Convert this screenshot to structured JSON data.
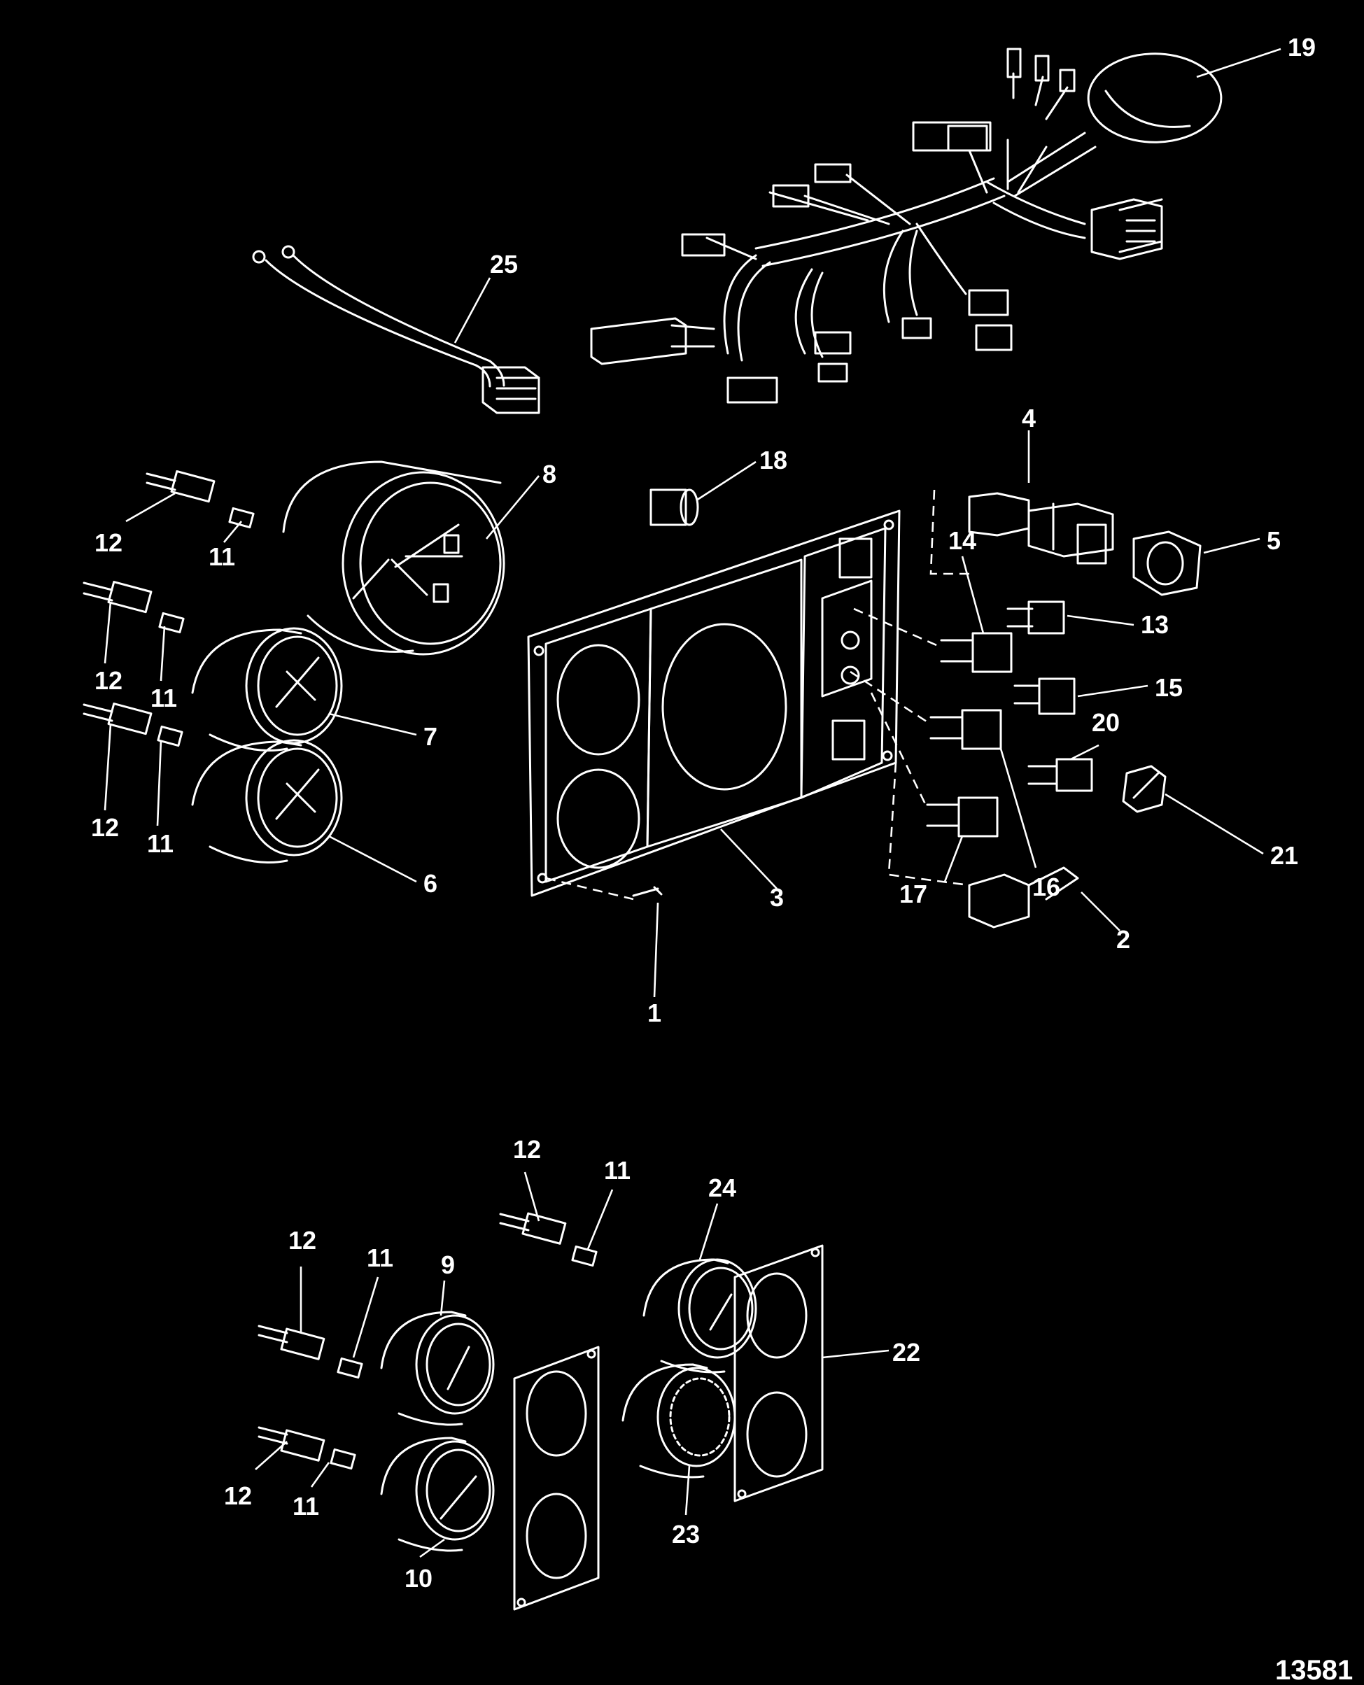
{
  "figure_number": "13581",
  "callouts": [
    {
      "id": "c19",
      "label": "19"
    },
    {
      "id": "c25",
      "label": "25"
    },
    {
      "id": "c4",
      "label": "4"
    },
    {
      "id": "c18",
      "label": "18"
    },
    {
      "id": "c8",
      "label": "8"
    },
    {
      "id": "c5",
      "label": "5"
    },
    {
      "id": "c12a",
      "label": "12"
    },
    {
      "id": "c11a",
      "label": "11"
    },
    {
      "id": "c14",
      "label": "14"
    },
    {
      "id": "c13",
      "label": "13"
    },
    {
      "id": "c12b",
      "label": "12"
    },
    {
      "id": "c11b",
      "label": "11"
    },
    {
      "id": "c15",
      "label": "15"
    },
    {
      "id": "c7",
      "label": "7"
    },
    {
      "id": "c20",
      "label": "20"
    },
    {
      "id": "c12c",
      "label": "12"
    },
    {
      "id": "c11c",
      "label": "11"
    },
    {
      "id": "c17",
      "label": "17"
    },
    {
      "id": "c16",
      "label": "16"
    },
    {
      "id": "c21",
      "label": "21"
    },
    {
      "id": "c6",
      "label": "6"
    },
    {
      "id": "c3",
      "label": "3"
    },
    {
      "id": "c2",
      "label": "2"
    },
    {
      "id": "c1",
      "label": "1"
    },
    {
      "id": "c12d",
      "label": "12"
    },
    {
      "id": "c11d",
      "label": "11"
    },
    {
      "id": "c24",
      "label": "24"
    },
    {
      "id": "c12e",
      "label": "12"
    },
    {
      "id": "c11e",
      "label": "11"
    },
    {
      "id": "c9",
      "label": "9"
    },
    {
      "id": "c22",
      "label": "22"
    },
    {
      "id": "c12f",
      "label": "12"
    },
    {
      "id": "c11f",
      "label": "11"
    },
    {
      "id": "c23",
      "label": "23"
    },
    {
      "id": "c10",
      "label": "10"
    }
  ]
}
